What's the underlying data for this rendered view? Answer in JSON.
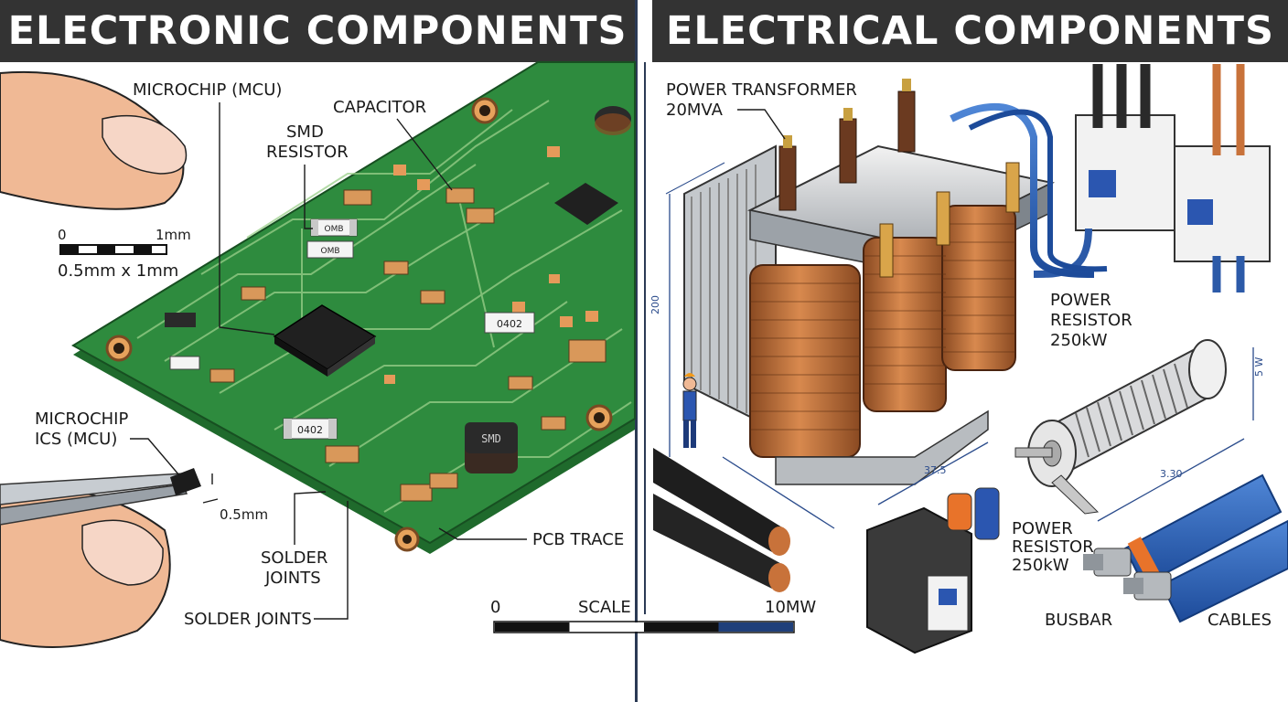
{
  "header": {
    "left_title": "ELECTRONIC COMPONENTS",
    "right_title": "ELECTRICAL COMPONENTS"
  },
  "electronic": {
    "microchip_label": "MICROCHIP (MCU)",
    "capacitor_label": "CAPACITOR",
    "smd_line1": "SMD",
    "smd_line2": "RESISTOR",
    "scale_zero": "0",
    "scale_one": "1mm",
    "scale_note": "0.5mm x 1mm",
    "ics_line1": "MICROCHIP",
    "ics_line2": "ICS    (MCU)",
    "chip_dim": "0.5mm",
    "solder_line1": "SOLDER",
    "solder_line2": "JOINTS",
    "solder_bottom": "SOLDER JOINTS",
    "pcb_trace": "PCB TRACE",
    "marks": {
      "m1": "OMB",
      "m2": "OMB",
      "m3": "0402",
      "m4": "0402",
      "m5": "SMD"
    }
  },
  "electrical": {
    "transformer_line1": "POWER TRANSFORMER",
    "transformer_line2": "20MVA",
    "resistor1_line1": "POWER",
    "resistor1_line2": "RESISTOR",
    "resistor1_line3": "250kW",
    "resistor2_line1": "POWER",
    "resistor2_line2": "RESISTOR",
    "resistor2_line3": "250kW",
    "busbar": "BUSBAR",
    "cables": "CABLES",
    "dims": {
      "height": "200",
      "length": "37.5",
      "res_len": "3.30",
      "res_h": "5 W"
    }
  },
  "scale_bar": {
    "start": "0",
    "title": "SCALE",
    "end": "10MW",
    "colors": [
      "#111111",
      "#ffffff",
      "#111111",
      "#1f3f7a"
    ]
  },
  "colors": {
    "banner": "#333333",
    "pcb": "#2e8b3e",
    "copper": "#c87941",
    "divider": "#2b3a55"
  }
}
